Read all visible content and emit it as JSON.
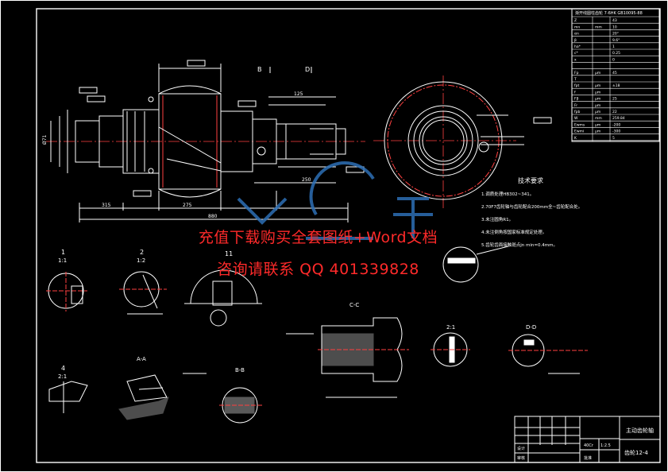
{
  "watermark": {
    "line1": "充值下载购买全套图纸+Word文档",
    "line2": "咨询请联系 QQ 401339828"
  },
  "views": {
    "b_label": "B",
    "d_label": "D",
    "cc_label": "C-C",
    "aa_label": "A-A",
    "bb_label": "B-B",
    "dd_label": "D-D",
    "detail_1_top": "1",
    "detail_1_bot": "1:1",
    "detail_2_top": "2",
    "detail_2_bot": "1:2",
    "detail_3_top": "11",
    "detail_4_top": "4",
    "detail_4_bot": "2:1",
    "detail_21": "2:1"
  },
  "tech_requirements": {
    "title": "技术要求",
    "items": [
      "1.调质处理HB302~341。",
      "2.70F7齿轮轴与齿轮配合200mm全~齿轮配合处。",
      "3.未注圆角R1。",
      "4.未注倒角按国家标准规定处理。",
      "5.齿轮齿面接触斑点jn min=0.4mm。"
    ]
  },
  "params_table": {
    "header": "渐开线圆柱齿轮 7-6HK GB10095-88",
    "rows": [
      [
        "Z",
        "",
        "43"
      ],
      [
        "mn",
        "mm",
        "10"
      ],
      [
        "αn",
        "",
        "20°"
      ],
      [
        "β",
        "",
        "9.6°"
      ],
      [
        "ha*",
        "",
        "1"
      ],
      [
        "c*",
        "",
        "0.25"
      ],
      [
        "x",
        "",
        "0"
      ],
      [
        "",
        "",
        ""
      ],
      [
        "Fp",
        "μm",
        "45"
      ],
      [
        "T",
        "",
        ""
      ],
      [
        "fpt",
        "μm",
        "±18"
      ],
      [
        "f",
        "μm",
        ""
      ],
      [
        "Fβ",
        "μm",
        "25"
      ],
      [
        "Fr",
        "μm",
        ""
      ],
      [
        "fpb",
        "μm",
        "22"
      ],
      [
        "W",
        "mm",
        "259.84"
      ],
      [
        "Ewms",
        "μm",
        "-200"
      ],
      [
        "Ewmi",
        "μm",
        "-300"
      ],
      [
        "K",
        "",
        "5"
      ]
    ]
  },
  "title_block": {
    "part_name": "主动齿轮轴",
    "drawing_no": "齿轮12-4",
    "scale": "1:2.5",
    "material": "40Cr",
    "designer": "设计",
    "checker": "审核",
    "approver": "批准"
  },
  "dimensions": {
    "bore": "Ø71",
    "length_total": "880",
    "len_a": "315",
    "len_b": "275",
    "len_c": "125",
    "len_d": "250"
  }
}
